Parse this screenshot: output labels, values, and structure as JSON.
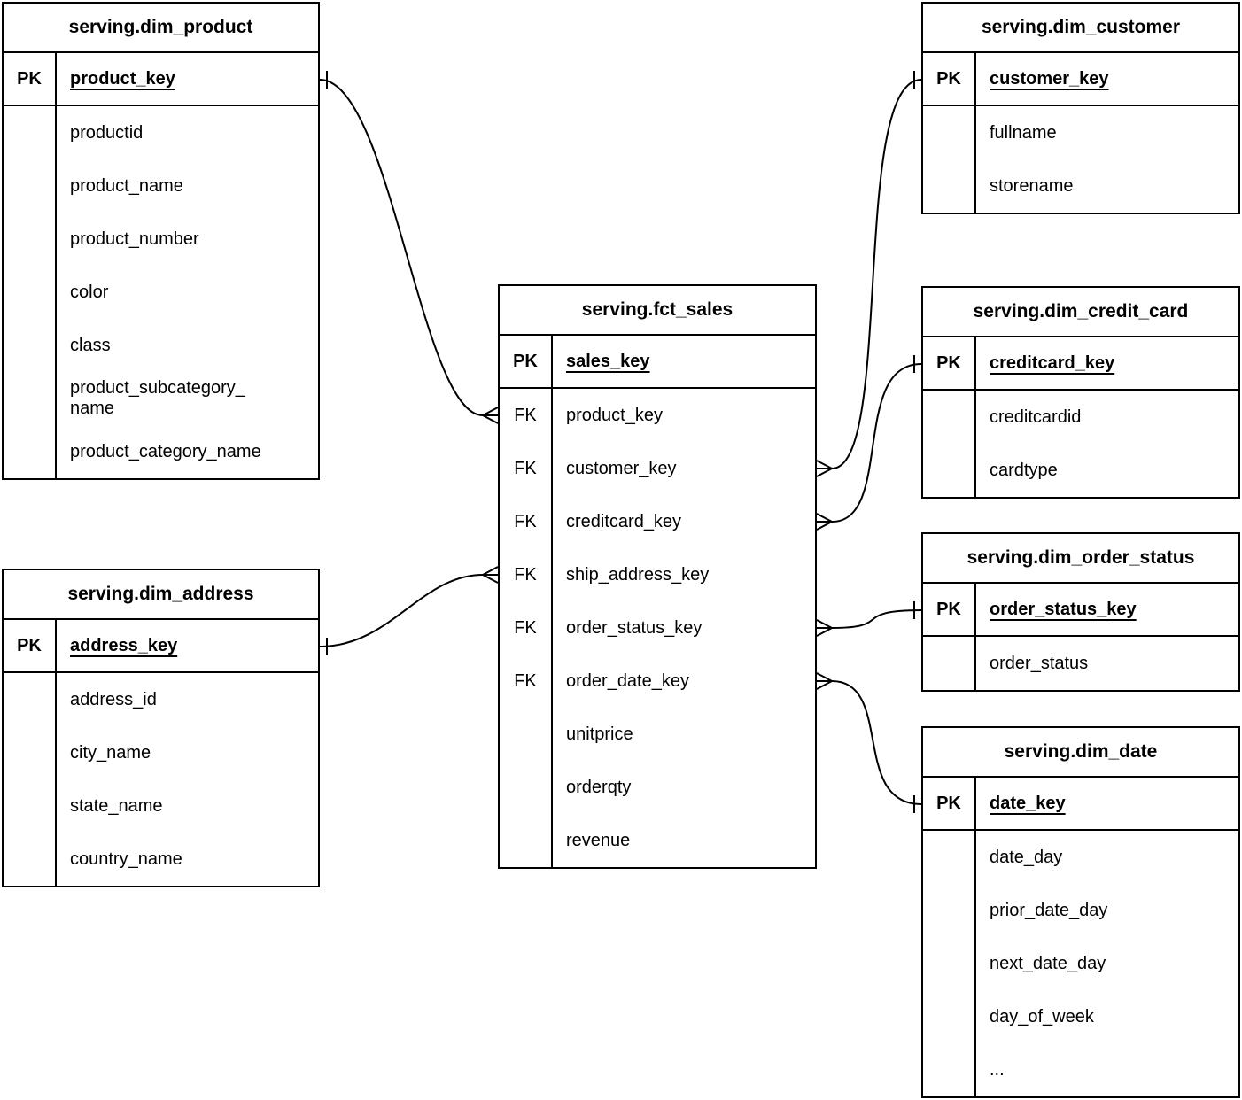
{
  "diagram": {
    "colors": {
      "line": "#000000",
      "text": "#000000",
      "background": "#ffffff"
    },
    "tables": [
      {
        "id": "dim_product",
        "title": "serving.dim_product",
        "pk": {
          "key": "PK",
          "name": "product_key"
        },
        "fields": [
          {
            "key": "",
            "name": "productid"
          },
          {
            "key": "",
            "name": "product_name"
          },
          {
            "key": "",
            "name": "product_number"
          },
          {
            "key": "",
            "name": "color"
          },
          {
            "key": "",
            "name": "class"
          },
          {
            "key": "",
            "name": "product_subcategory_\nname"
          },
          {
            "key": "",
            "name": "product_category_name"
          }
        ]
      },
      {
        "id": "dim_customer",
        "title": "serving.dim_customer",
        "pk": {
          "key": "PK",
          "name": "customer_key"
        },
        "fields": [
          {
            "key": "",
            "name": "fullname"
          },
          {
            "key": "",
            "name": "storename"
          }
        ]
      },
      {
        "id": "fct_sales",
        "title": "serving.fct_sales",
        "pk": {
          "key": "PK",
          "name": "sales_key"
        },
        "fields": [
          {
            "key": "FK",
            "name": "product_key"
          },
          {
            "key": "FK",
            "name": "customer_key"
          },
          {
            "key": "FK",
            "name": "creditcard_key"
          },
          {
            "key": "FK",
            "name": "ship_address_key"
          },
          {
            "key": "FK",
            "name": "order_status_key"
          },
          {
            "key": "FK",
            "name": "order_date_key"
          },
          {
            "key": "",
            "name": "unitprice"
          },
          {
            "key": "",
            "name": "orderqty"
          },
          {
            "key": "",
            "name": "revenue"
          }
        ]
      },
      {
        "id": "dim_credit_card",
        "title": "serving.dim_credit_card",
        "pk": {
          "key": "PK",
          "name": "creditcard_key"
        },
        "fields": [
          {
            "key": "",
            "name": "creditcardid"
          },
          {
            "key": "",
            "name": "cardtype"
          }
        ]
      },
      {
        "id": "dim_order_status",
        "title": "serving.dim_order_status",
        "pk": {
          "key": "PK",
          "name": "order_status_key"
        },
        "fields": [
          {
            "key": "",
            "name": "order_status"
          }
        ]
      },
      {
        "id": "dim_date",
        "title": "serving.dim_date",
        "pk": {
          "key": "PK",
          "name": "date_key"
        },
        "fields": [
          {
            "key": "",
            "name": "date_day"
          },
          {
            "key": "",
            "name": "prior_date_day"
          },
          {
            "key": "",
            "name": "next_date_day"
          },
          {
            "key": "",
            "name": "day_of_week"
          },
          {
            "key": "",
            "name": "..."
          }
        ]
      },
      {
        "id": "dim_address",
        "title": "serving.dim_address",
        "pk": {
          "key": "PK",
          "name": "address_key"
        },
        "fields": [
          {
            "key": "",
            "name": "address_id"
          },
          {
            "key": "",
            "name": "city_name"
          },
          {
            "key": "",
            "name": "state_name"
          },
          {
            "key": "",
            "name": "country_name"
          }
        ]
      }
    ],
    "relationships": [
      {
        "fact": "fct_sales",
        "fact_field": "product_key",
        "fact_card": "many",
        "dim": "dim_product",
        "dim_field": "product_key",
        "dim_card": "one"
      },
      {
        "fact": "fct_sales",
        "fact_field": "customer_key",
        "fact_card": "many",
        "dim": "dim_customer",
        "dim_field": "customer_key",
        "dim_card": "one"
      },
      {
        "fact": "fct_sales",
        "fact_field": "creditcard_key",
        "fact_card": "many",
        "dim": "dim_credit_card",
        "dim_field": "creditcard_key",
        "dim_card": "one"
      },
      {
        "fact": "fct_sales",
        "fact_field": "ship_address_key",
        "fact_card": "many",
        "dim": "dim_address",
        "dim_field": "address_key",
        "dim_card": "one"
      },
      {
        "fact": "fct_sales",
        "fact_field": "order_status_key",
        "fact_card": "many",
        "dim": "dim_order_status",
        "dim_field": "order_status_key",
        "dim_card": "one"
      },
      {
        "fact": "fct_sales",
        "fact_field": "order_date_key",
        "fact_card": "many",
        "dim": "dim_date",
        "dim_field": "date_key",
        "dim_card": "one"
      }
    ]
  }
}
